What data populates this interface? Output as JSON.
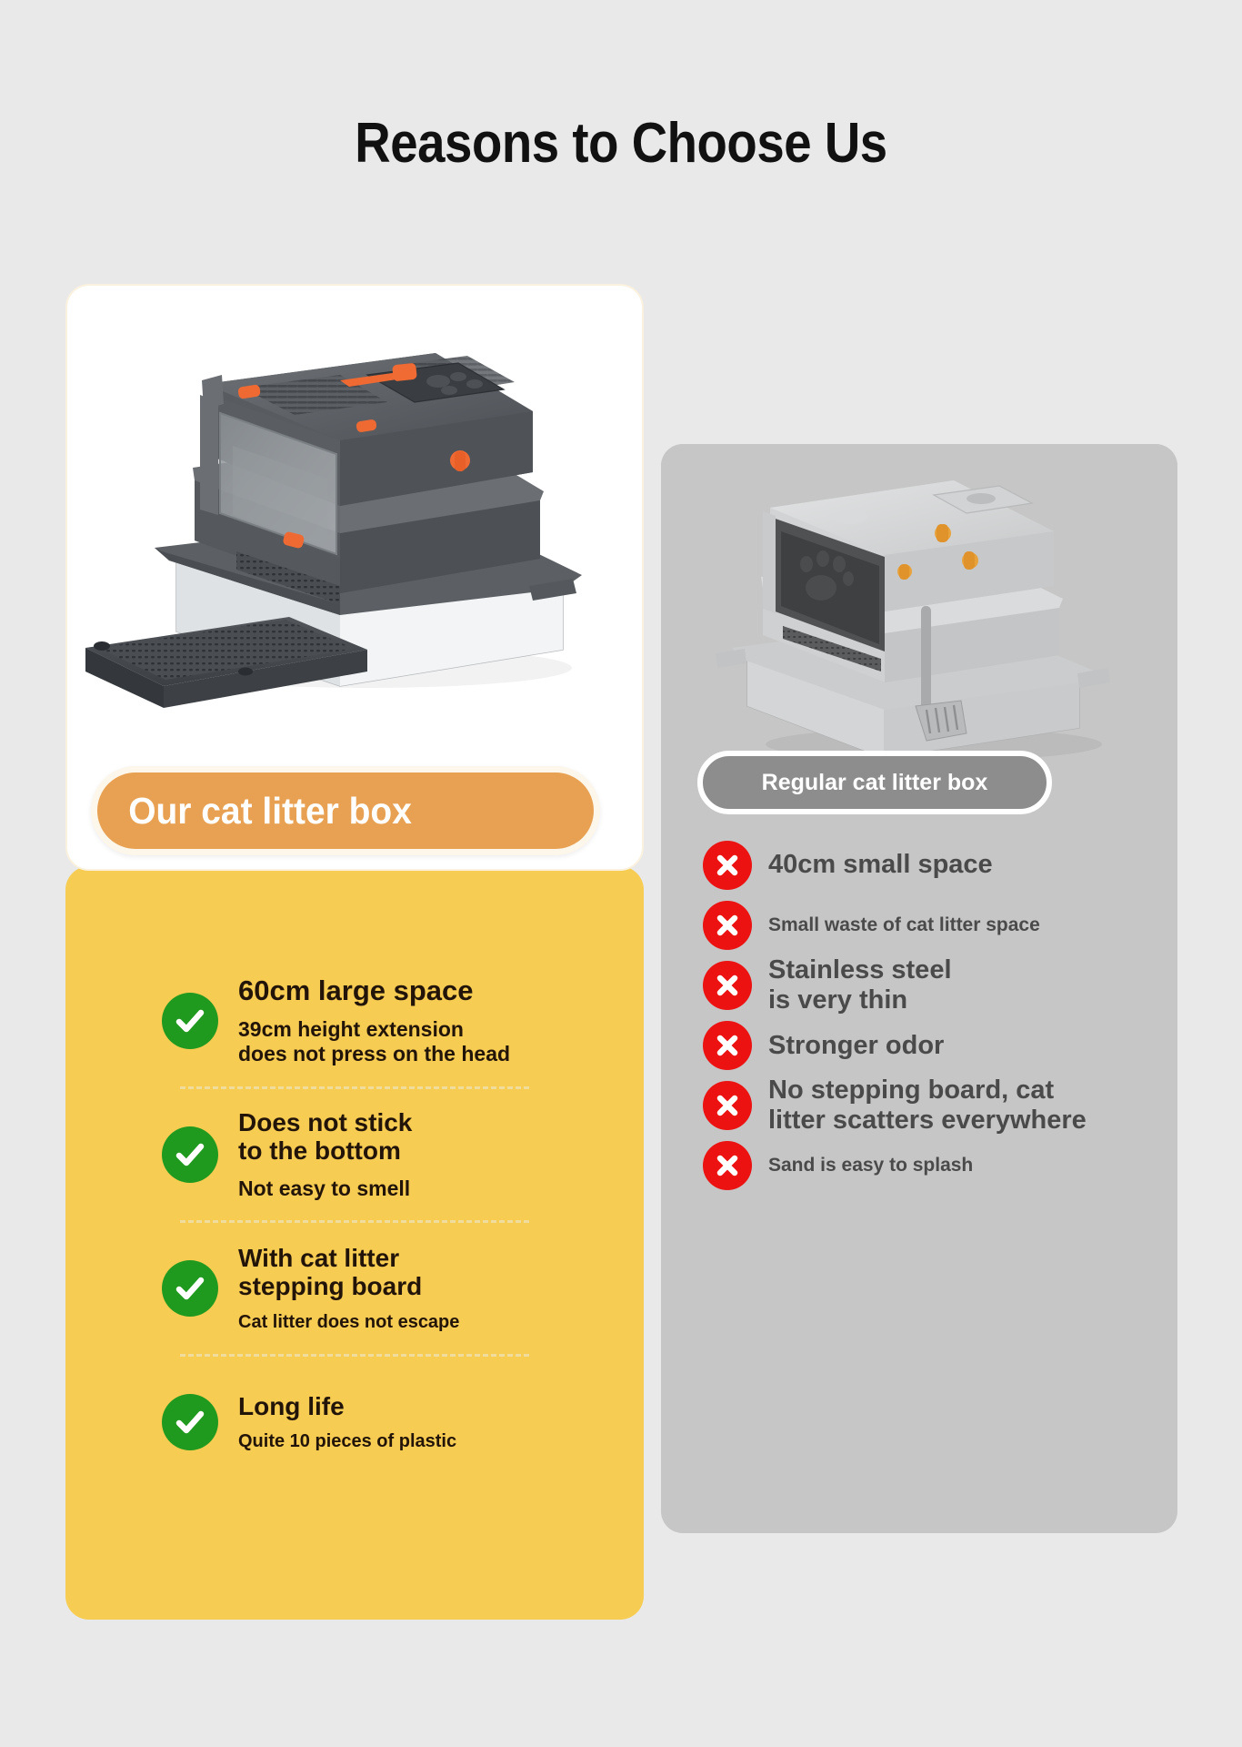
{
  "page": {
    "title": "Reasons to Choose Us",
    "background_color": "#e9e9e9"
  },
  "colors": {
    "accent_orange": "#e8a152",
    "panel_yellow": "#f6cc52",
    "panel_gray": "#c6c6c6",
    "badge_gray": "#8d8d8d",
    "check_green": "#1f9a1f",
    "cross_red": "#ec1212",
    "heading_text": "#231409",
    "drawback_text": "#4a4a4a"
  },
  "left_column": {
    "badge_label": "Our cat litter box",
    "photo_alt": "dark gray enclosed cat litter box with stepping board",
    "benefits": [
      {
        "icon": "check-circle-icon",
        "heading": "60cm large space",
        "heading_size": "big",
        "sub_lines": [
          "39cm height extension",
          "does not press on the head"
        ],
        "sub_size": "normal"
      },
      {
        "icon": "check-circle-icon",
        "heading": "Does not stick\nto the bottom",
        "heading_lines": [
          "Does not stick",
          "to the bottom"
        ],
        "heading_size": "normal",
        "sub_lines": [
          "Not easy to smell"
        ],
        "sub_size": "normal"
      },
      {
        "icon": "check-circle-icon",
        "heading_lines": [
          "With cat litter",
          "stepping board"
        ],
        "heading_size": "normal",
        "sub_lines": [
          "Cat litter does not escape"
        ],
        "sub_size": "small"
      },
      {
        "icon": "check-circle-icon",
        "heading_lines": [
          "Long life"
        ],
        "heading_size": "normal",
        "sub_lines": [
          "Quite 10 pieces of plastic"
        ],
        "sub_size": "small"
      }
    ]
  },
  "right_column": {
    "badge_label": "Regular cat litter box",
    "photo_alt": "light gray enclosed cat litter box with scoop",
    "drawbacks": [
      {
        "icon": "x-circle-icon",
        "lines": [
          "40cm small space"
        ],
        "size": "lg"
      },
      {
        "icon": "x-circle-icon",
        "lines": [
          "Small waste of cat litter space"
        ],
        "size": "sm"
      },
      {
        "icon": "x-circle-icon",
        "lines": [
          "Stainless steel",
          "is very thin"
        ],
        "size": "lg"
      },
      {
        "icon": "x-circle-icon",
        "lines": [
          "Stronger odor"
        ],
        "size": "lg"
      },
      {
        "icon": "x-circle-icon",
        "lines": [
          "No stepping board, cat",
          "litter scatters everywhere"
        ],
        "size": "lg"
      },
      {
        "icon": "x-circle-icon",
        "lines": [
          "Sand is easy to splash"
        ],
        "size": "sm"
      }
    ]
  }
}
